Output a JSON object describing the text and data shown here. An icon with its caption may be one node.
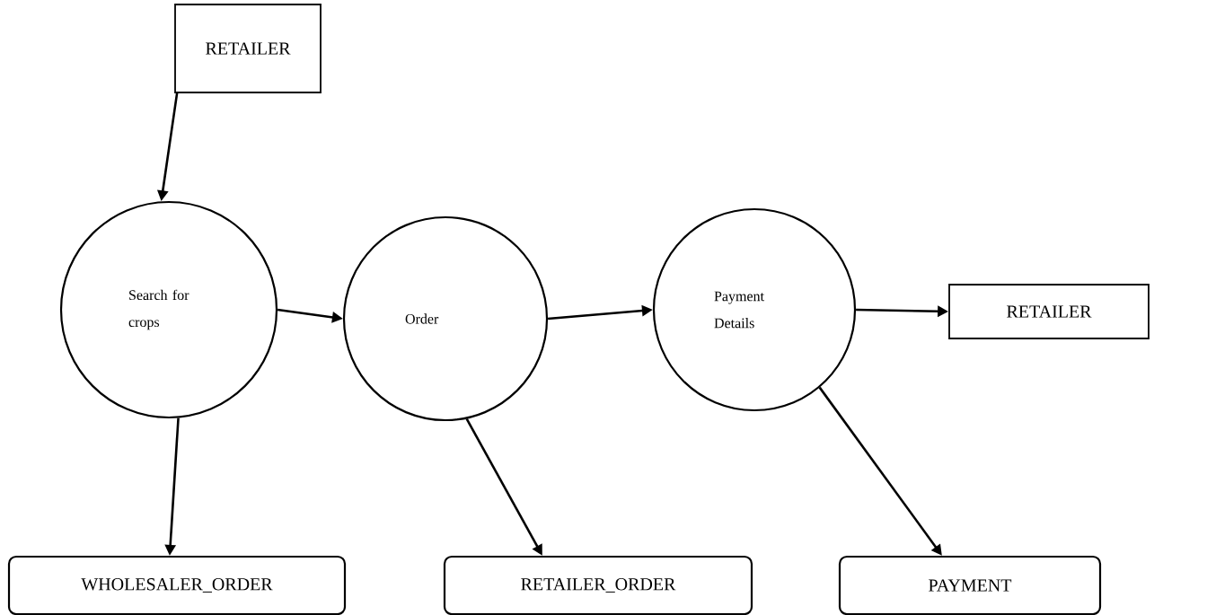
{
  "diagram": {
    "nodes": [
      {
        "text": [
          "RETAILER"
        ]
      },
      {
        "text": [
          "Search for crops"
        ]
      },
      {
        "text": [
          "Order"
        ]
      },
      {
        "text": [
          "Payment Details"
        ]
      },
      {
        "text": [
          "RETAILER"
        ]
      },
      {
        "text": [
          "WHOLESALER_ORDER"
        ]
      },
      {
        "text": [
          "RETAILER_ORDER"
        ]
      },
      {
        "text": [
          "PAYMENT"
        ]
      }
    ],
    "edges": [
      {
        "from": 0,
        "to": 1,
        "arrow": "to"
      },
      {
        "from": 1,
        "to": 2,
        "arrow": "to"
      },
      {
        "from": 2,
        "to": 3,
        "arrow": "to"
      },
      {
        "from": 3,
        "to": 4,
        "arrow": "to"
      },
      {
        "from": 1,
        "to": 5,
        "arrow": "to"
      },
      {
        "from": 2,
        "to": 6,
        "arrow": "to"
      },
      {
        "from": 3,
        "to": 7,
        "arrow": "to"
      }
    ]
  }
}
